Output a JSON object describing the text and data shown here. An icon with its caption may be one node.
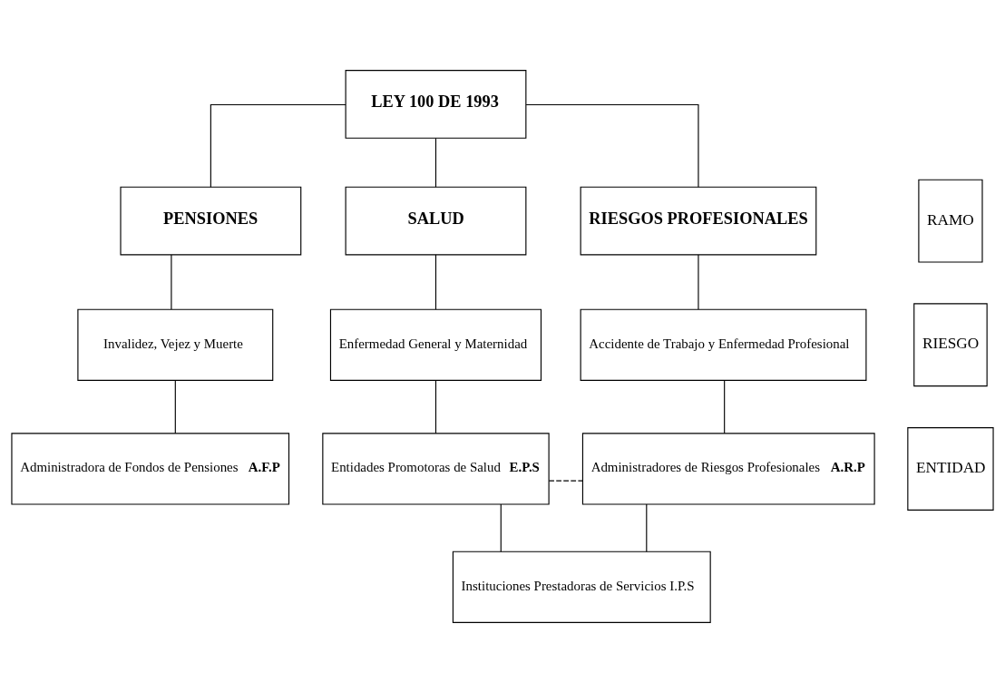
{
  "diagram": {
    "nodes": [
      {
        "text": [
          "LEY 100 DE 1993"
        ]
      },
      {
        "text": [
          "RAMO"
        ]
      },
      {
        "text": [
          "PENSIONES"
        ]
      },
      {
        "text": [
          "SALUD"
        ]
      },
      {
        "text": [
          "RIESGOS PROFESIONALES"
        ]
      },
      {
        "text": [
          "RIESGO"
        ]
      },
      {
        "text": [
          "Invalidez, Vejez y Muerte"
        ]
      },
      {
        "text": [
          "Enfermedad General y Maternidad"
        ]
      },
      {
        "text": [
          "Accidente de Trabajo y Enfermedad Profesional"
        ]
      },
      {
        "text": [
          "ENTIDAD"
        ]
      },
      {
        "text": [
          "Administradora de Fondos de Pensiones **A.F.P**"
        ]
      },
      {
        "text": [
          "Entidades Promotoras de Salud **E.P.S**"
        ]
      },
      {
        "text": [
          "Administradores de Riesgos Profesionales **A.R.P**"
        ]
      },
      {
        "text": [
          "Instituciones Prestadoras de Servicios I.P.S"
        ]
      }
    ],
    "edges": [
      {
        "from": 0,
        "to": 2,
        "arrow": "none"
      },
      {
        "from": 0,
        "to": 3,
        "arrow": "none"
      },
      {
        "from": 0,
        "to": 4,
        "arrow": "none"
      },
      {
        "from": 2,
        "to": 6,
        "arrow": "none"
      },
      {
        "from": 3,
        "to": 7,
        "arrow": "none"
      },
      {
        "from": 4,
        "to": 8,
        "arrow": "none"
      },
      {
        "from": 6,
        "to": 10,
        "arrow": "none"
      },
      {
        "from": 7,
        "to": 11,
        "arrow": "none"
      },
      {
        "from": 8,
        "to": 12,
        "arrow": "none"
      },
      {
        "from": 11,
        "to": 12,
        "arrow": "none",
        "style": "dashed"
      },
      {
        "from": 11,
        "to": 13,
        "arrow": "none"
      },
      {
        "from": 12,
        "to": 13,
        "arrow": "none"
      }
    ]
  }
}
